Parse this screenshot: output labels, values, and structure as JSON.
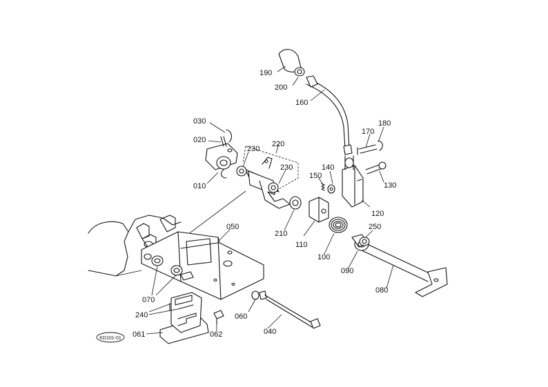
{
  "diagram": {
    "ref_code": "KD101-01",
    "labels": [
      {
        "id": "l190",
        "text": "190"
      },
      {
        "id": "l200",
        "text": "200"
      },
      {
        "id": "l160",
        "text": "160"
      },
      {
        "id": "l170",
        "text": "170"
      },
      {
        "id": "l180",
        "text": "180"
      },
      {
        "id": "l030",
        "text": "030"
      },
      {
        "id": "l020",
        "text": "020"
      },
      {
        "id": "l220",
        "text": "220"
      },
      {
        "id": "l230a",
        "text": "230"
      },
      {
        "id": "l230b",
        "text": "230"
      },
      {
        "id": "l010",
        "text": "010"
      },
      {
        "id": "l150",
        "text": "150"
      },
      {
        "id": "l140",
        "text": "140"
      },
      {
        "id": "l130",
        "text": "130"
      },
      {
        "id": "l120",
        "text": "120"
      },
      {
        "id": "l210",
        "text": "210"
      },
      {
        "id": "l110",
        "text": "110"
      },
      {
        "id": "l050",
        "text": "050"
      },
      {
        "id": "l250",
        "text": "250"
      },
      {
        "id": "l100",
        "text": "100"
      },
      {
        "id": "l090",
        "text": "090"
      },
      {
        "id": "l080",
        "text": "080"
      },
      {
        "id": "l070",
        "text": "070"
      },
      {
        "id": "l060",
        "text": "060"
      },
      {
        "id": "l240",
        "text": "240"
      },
      {
        "id": "l040",
        "text": "040"
      },
      {
        "id": "l061",
        "text": "061"
      },
      {
        "id": "l062",
        "text": "062"
      }
    ]
  }
}
